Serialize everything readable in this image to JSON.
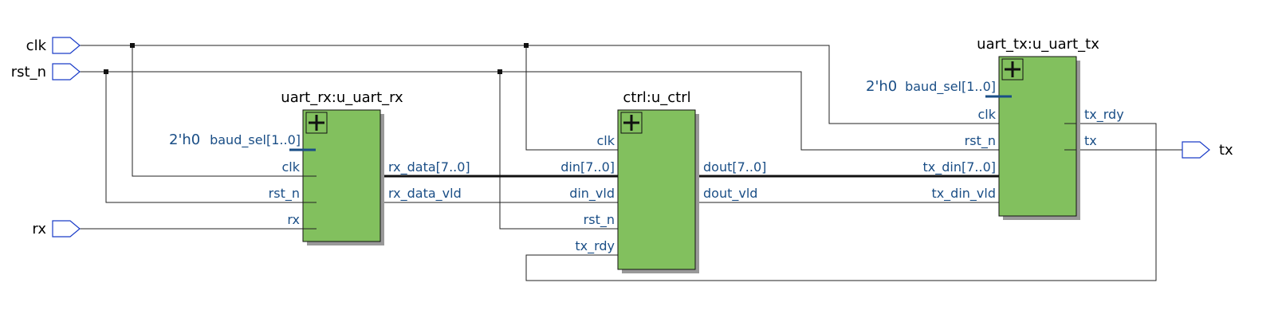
{
  "ports": {
    "clk": "clk",
    "rst_n": "rst_n",
    "rx": "rx",
    "tx": "tx"
  },
  "blocks": {
    "uart_rx": {
      "title": "uart_rx:u_uart_rx",
      "const_value": "2'h0",
      "const_pin": "baud_sel[1..0]",
      "pins_left": [
        "clk",
        "rst_n",
        "rx"
      ],
      "pins_right": [
        "rx_data[7..0]",
        "rx_data_vld"
      ]
    },
    "ctrl": {
      "title": "ctrl:u_ctrl",
      "pins_left": [
        "clk",
        "din[7..0]",
        "din_vld",
        "rst_n",
        "tx_rdy"
      ],
      "pins_right": [
        "dout[7..0]",
        "dout_vld"
      ]
    },
    "uart_tx": {
      "title": "uart_tx:u_uart_tx",
      "const_value": "2'h0",
      "const_pin": "baud_sel[1..0]",
      "pins_left": [
        "clk",
        "rst_n",
        "tx_din[7..0]",
        "tx_din_vld"
      ],
      "pins_right": [
        "tx_rdy",
        "tx"
      ]
    }
  },
  "colors": {
    "block_fill": "#82c05e",
    "pin_text": "#1a4e86",
    "port_outline": "#1a3cc8"
  },
  "icons": {
    "expand": "plus-box-icon",
    "port_in": "input-port-icon",
    "port_out": "output-port-icon"
  }
}
